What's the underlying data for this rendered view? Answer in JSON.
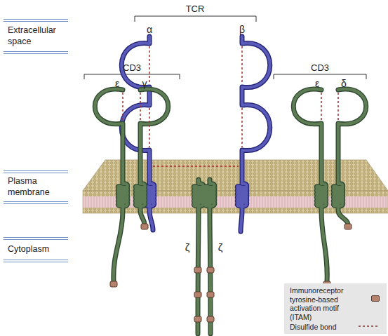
{
  "diagram": {
    "nodes": [
      {
        "text": [
          "Extracellular space"
        ]
      },
      {
        "text": [
          "Plasma membrane"
        ]
      },
      {
        "text": [
          "Cytoplasm"
        ]
      }
    ],
    "labels": [
      "TCR",
      "α",
      "β",
      "CD3",
      "ε",
      "γ",
      "CD3",
      "ε",
      "δ",
      "ζ",
      "ζ"
    ],
    "legend": [
      {
        "text": "Immunoreceptor tyrosine-based activation motif (ITAM)",
        "color": "#b5826e"
      },
      {
        "text": "Disulfide bond"
      }
    ]
  }
}
